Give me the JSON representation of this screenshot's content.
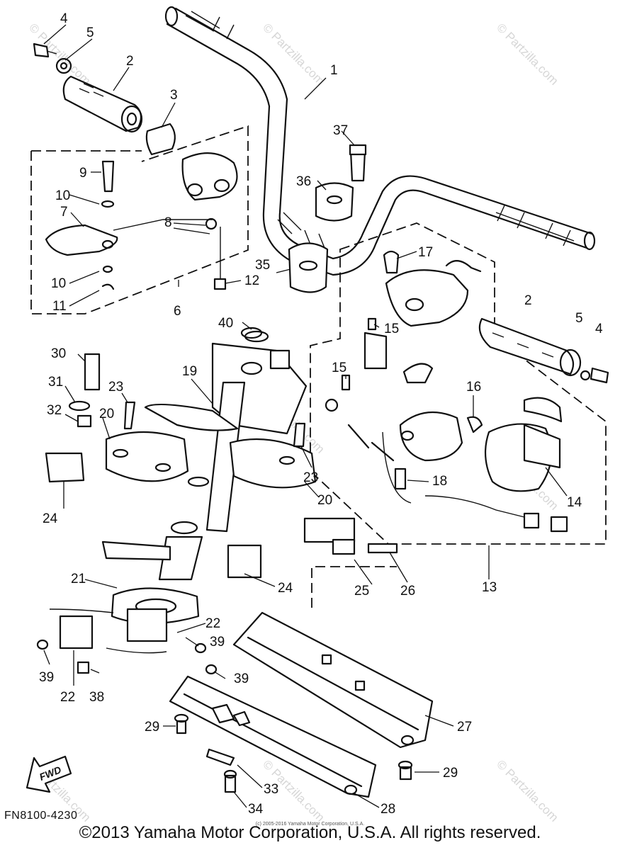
{
  "diagram": {
    "code": "FN8100-4230",
    "fwd_label": "FWD",
    "copyright": "©2013 Yamaha Motor Corporation, U.S.A. All rights reserved.",
    "small_copyright": "(c) 2005-2016 Yamaha Motor Corporation, U.S.A.",
    "watermark": "© Partzilla.com",
    "callouts": [
      "1",
      "2",
      "2",
      "3",
      "4",
      "4",
      "5",
      "5",
      "6",
      "7",
      "8",
      "9",
      "10",
      "10",
      "11",
      "12",
      "13",
      "14",
      "15",
      "15",
      "16",
      "17",
      "18",
      "19",
      "20",
      "20",
      "21",
      "22",
      "22",
      "23",
      "23",
      "24",
      "24",
      "25",
      "26",
      "27",
      "28",
      "29",
      "29",
      "30",
      "31",
      "32",
      "33",
      "34",
      "35",
      "36",
      "37",
      "38",
      "39",
      "39",
      "39",
      "40"
    ]
  }
}
